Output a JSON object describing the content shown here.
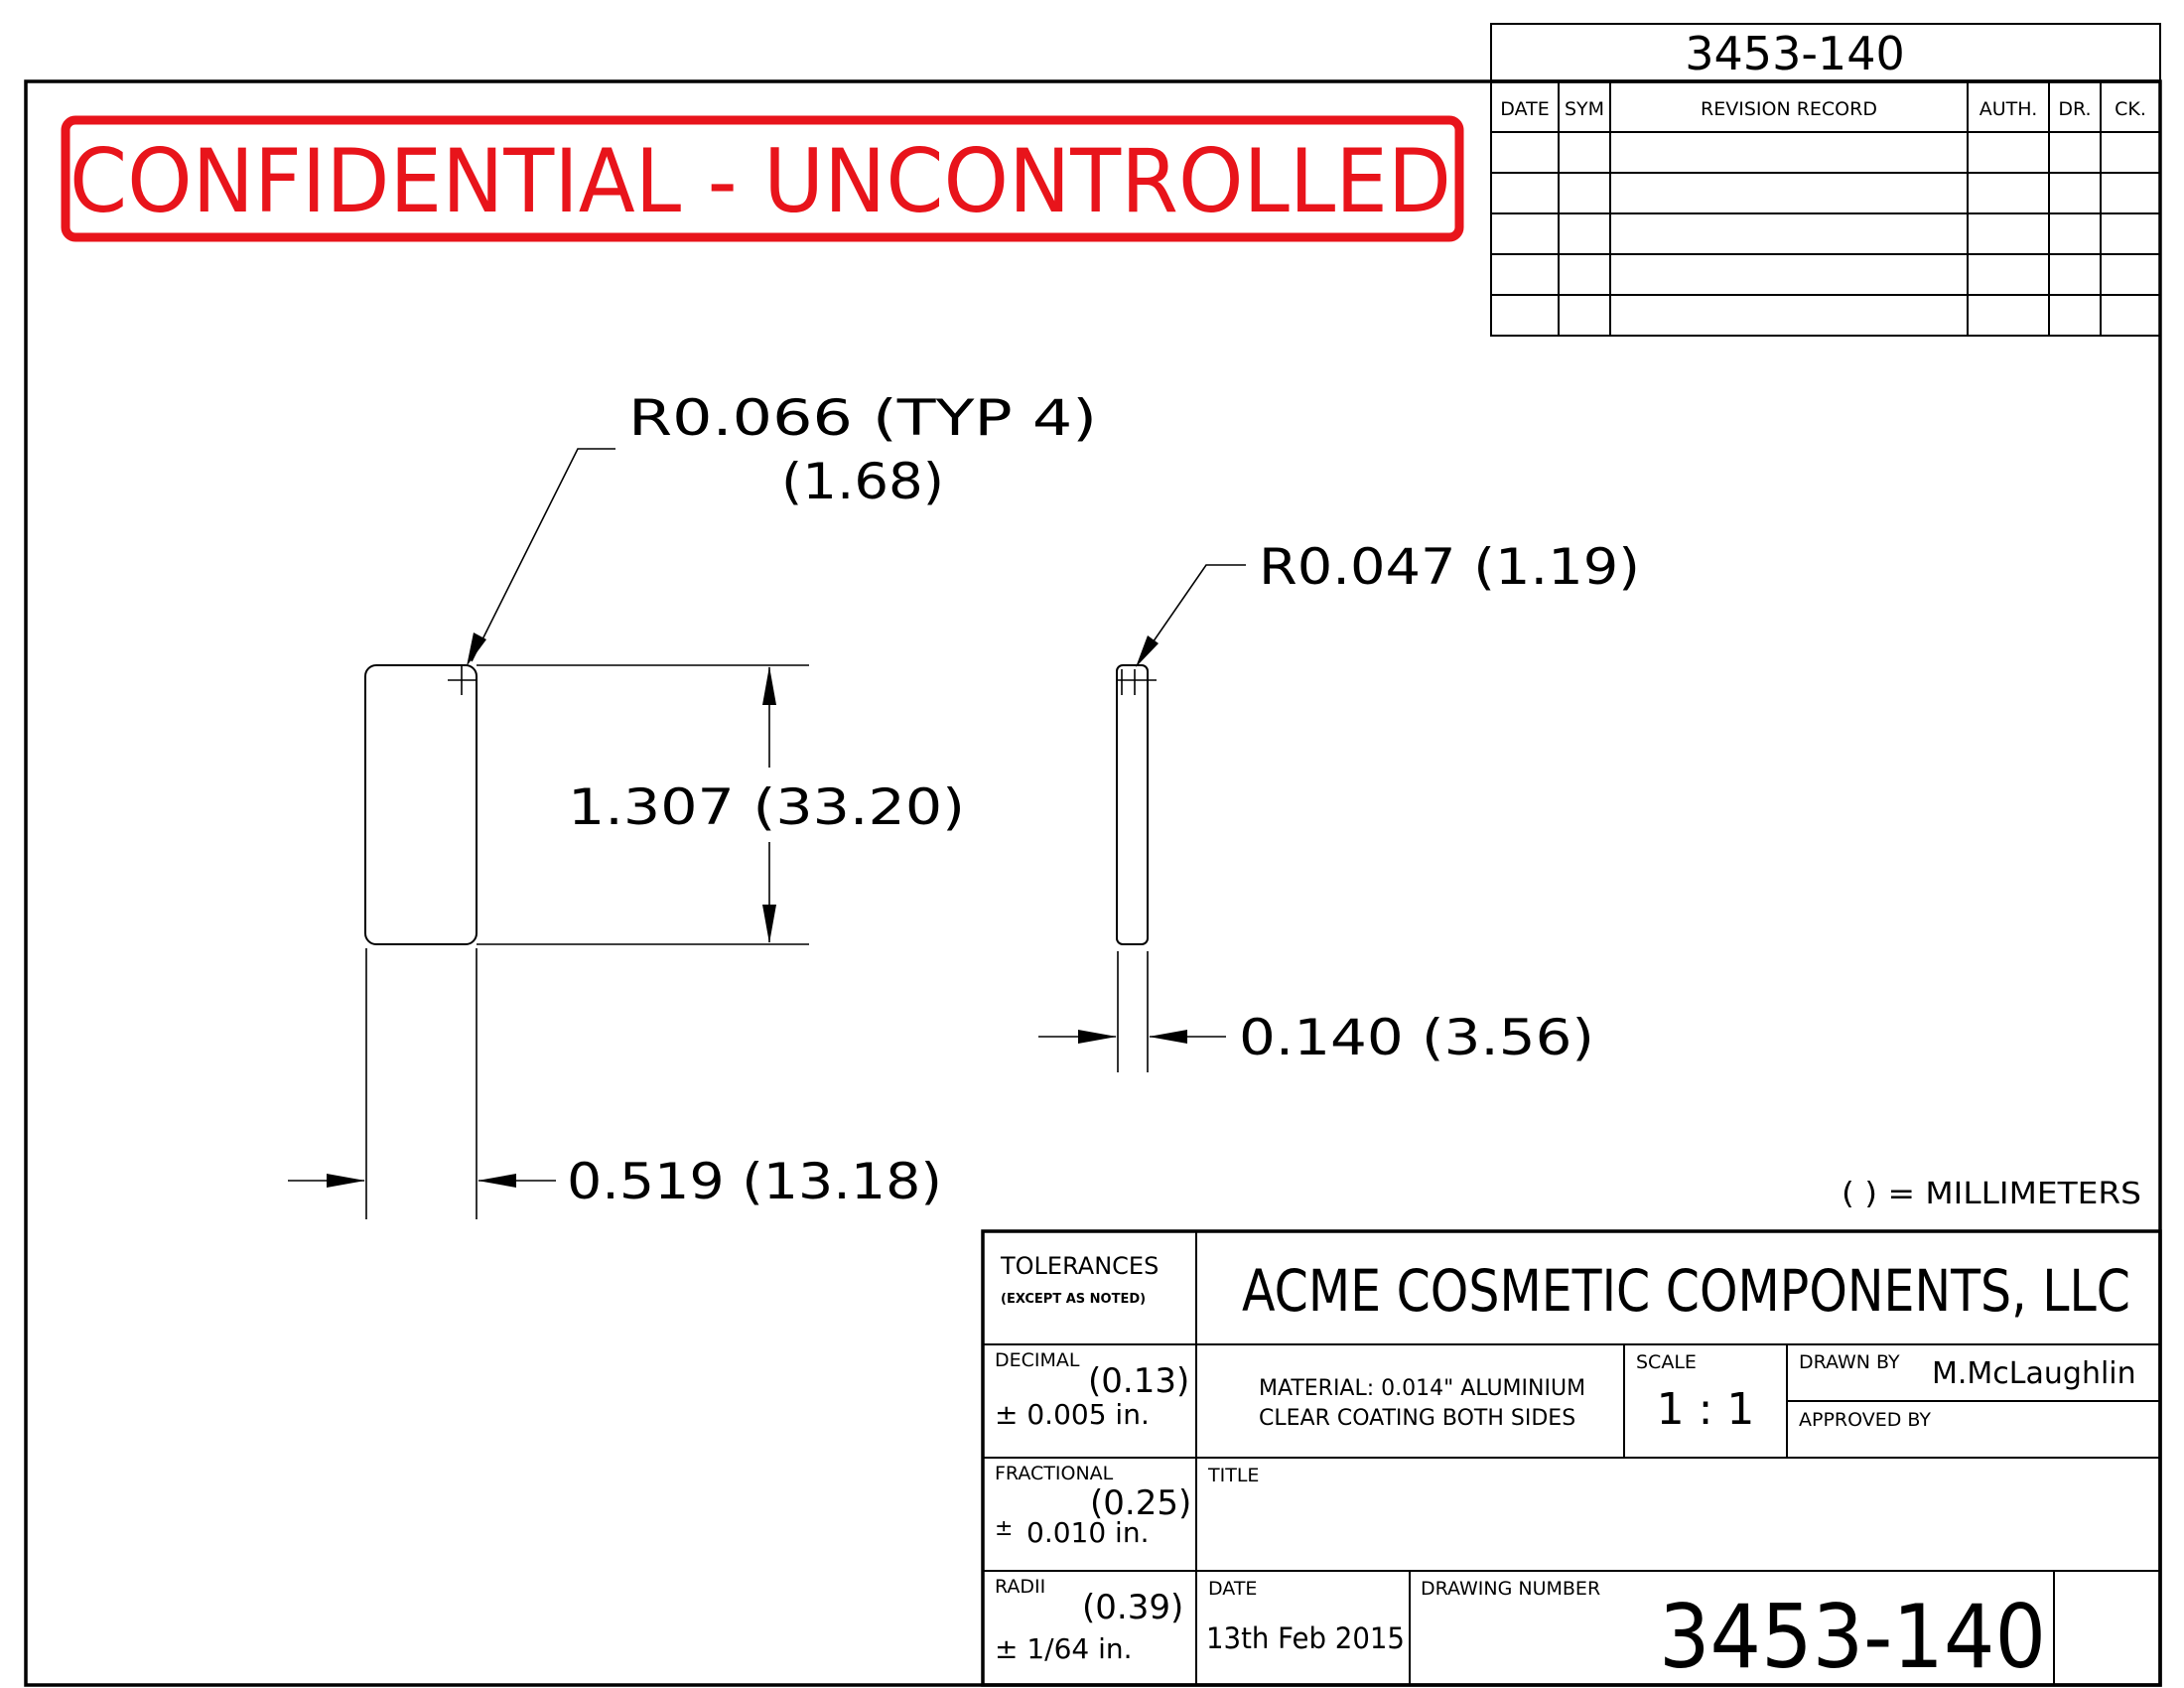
{
  "stamp": {
    "text": "CONFIDENTIAL - UNCONTROLLED",
    "color": "#e8141b"
  },
  "revision_block": {
    "drawing_number": "3453-140",
    "headers": [
      "DATE",
      "SYM",
      "REVISION RECORD",
      "AUTH.",
      "DR.",
      "CK."
    ]
  },
  "dimensions": {
    "corner_radius_main": "R0.066 (TYP 4)",
    "corner_radius_main_mm": "(1.68)",
    "corner_radius_side": "R0.047 (1.19)",
    "height": "1.307 (33.20)",
    "width": "0.519 (13.18)",
    "thickness": "0.140 (3.56)"
  },
  "units_note": "( ) = MILLIMETERS",
  "title_block": {
    "company": "ACME COSMETIC COMPONENTS, LLC",
    "tolerances_label": "TOLERANCES",
    "tolerances_sub": "(EXCEPT AS NOTED)",
    "decimal_label": "DECIMAL",
    "decimal_mm": "(0.13)",
    "decimal_value": "± 0.005 in.",
    "fractional_label": "FRACTIONAL",
    "fractional_mm": "(0.25)",
    "fractional_pm": "±",
    "fractional_value": "0.010 in.",
    "radii_label": "RADII",
    "radii_mm": "(0.39)",
    "radii_value": "± 1/64 in.",
    "material_line1": "MATERIAL: 0.014\" ALUMINIUM",
    "material_line2": "CLEAR COATING BOTH SIDES",
    "scale_label": "SCALE",
    "scale_value": "1 : 1",
    "drawn_by_label": "DRAWN BY",
    "drawn_by_value": "M.McLaughlin",
    "approved_by_label": "APPROVED BY",
    "title_label": "TITLE",
    "date_label": "DATE",
    "date_value": "13th Feb 2015",
    "drawing_number_label": "DRAWING NUMBER",
    "drawing_number_value": "3453-140"
  }
}
